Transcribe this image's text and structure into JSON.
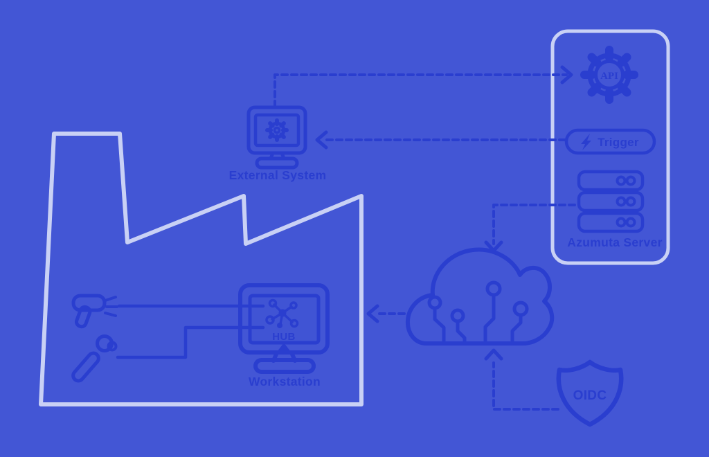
{
  "colors": {
    "background": "#4356d5",
    "ink": "#2a3ecf",
    "outline_light": "#c9d1f5"
  },
  "diagram": {
    "labels": {
      "external_system": "External System",
      "api": "API",
      "trigger": "Trigger",
      "azumuta_server": "Azumuta Server",
      "workstation": "Workstation",
      "hub": "HUB",
      "oidc": "OIDC"
    },
    "connections": [
      {
        "from": "external-system",
        "to": "api",
        "style": "dashed-arrow"
      },
      {
        "from": "trigger",
        "to": "external-system",
        "style": "dashed-arrow"
      },
      {
        "from": "azumuta-server",
        "to": "cloud",
        "style": "dashed-arrow"
      },
      {
        "from": "cloud",
        "to": "workstation",
        "style": "dashed-arrow"
      },
      {
        "from": "oidc",
        "to": "cloud",
        "style": "dashed-arrow"
      },
      {
        "from": "barcode-scanner",
        "to": "workstation-hub",
        "style": "solid-line"
      },
      {
        "from": "ratchet-tool",
        "to": "workstation-hub",
        "style": "solid-line"
      }
    ]
  }
}
